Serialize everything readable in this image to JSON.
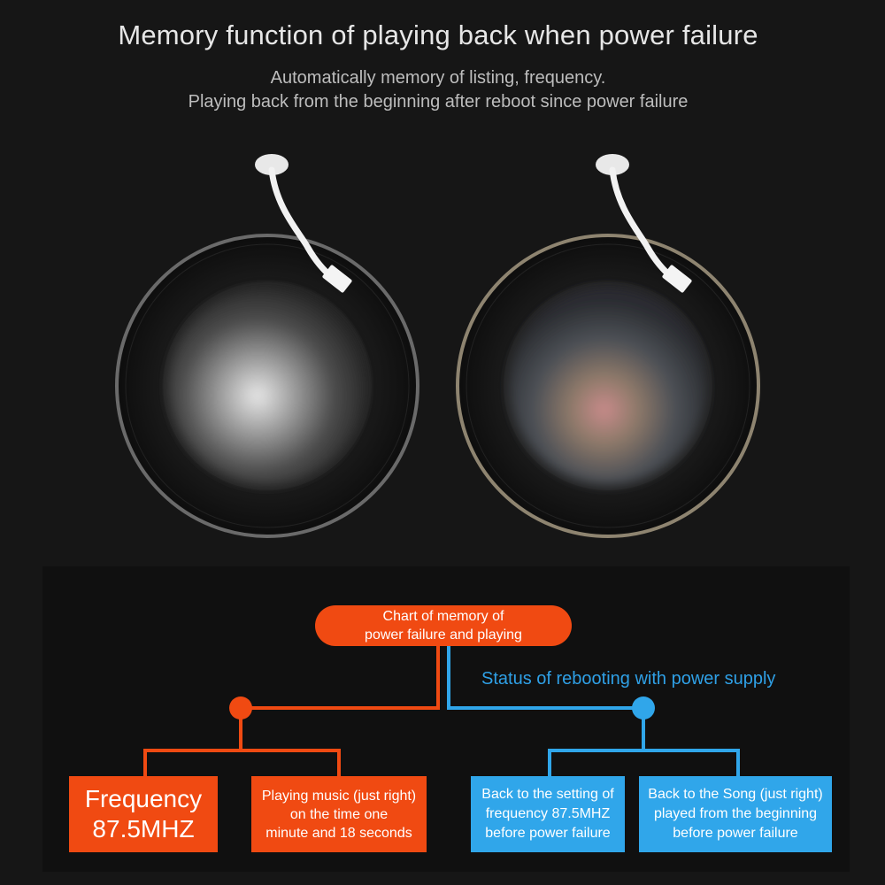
{
  "header": {
    "title": "Memory function of playing back when power failure",
    "subtitle_line1": "Automatically memory of listing, frequency.",
    "subtitle_line2": "Playing back from the beginning after reboot since power failure"
  },
  "chart": {
    "root_line1": "Chart of memory of",
    "root_line2": "power failure and playing",
    "status_label": "Status of rebooting with power supply",
    "left_branch": {
      "color": "#f04a12",
      "box1_line1": "Frequency",
      "box1_line2": "87.5MHZ",
      "box2_line1": "Playing music (just right)",
      "box2_line2": "on the time one",
      "box2_line3": "minute and 18 seconds"
    },
    "right_branch": {
      "color": "#30a6ea",
      "box1_line1": "Back to the setting of",
      "box1_line2": "frequency 87.5MHZ",
      "box1_line3": "before power failure",
      "box2_line1": "Back to the Song (just right)",
      "box2_line2": "played from the beginning",
      "box2_line3": "before power failure"
    }
  }
}
